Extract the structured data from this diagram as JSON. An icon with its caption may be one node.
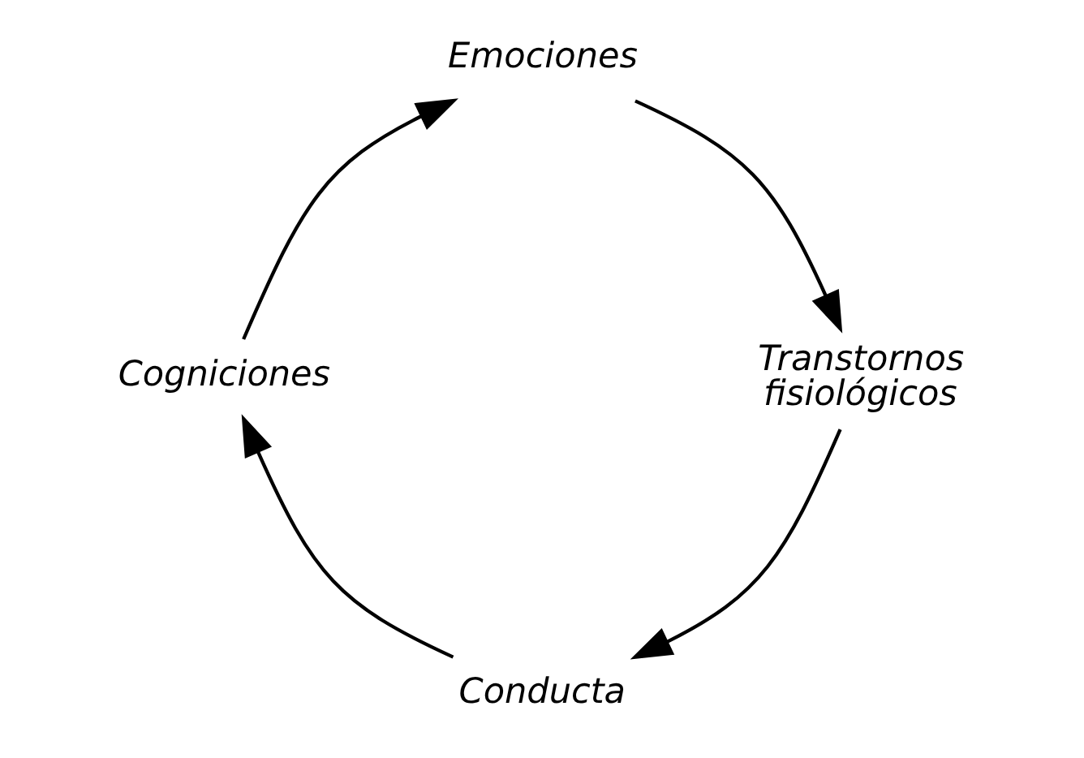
{
  "diagram": {
    "nodes": [
      {
        "text": [
          "Conducta"
        ]
      },
      {
        "text": [
          "Cogniciones"
        ]
      },
      {
        "text": [
          "Emociones"
        ]
      },
      {
        "text": [
          "Transtornos fisiológicos"
        ]
      }
    ],
    "edges": [
      {
        "from": 0,
        "to": 1,
        "arrow": "to"
      },
      {
        "from": 1,
        "to": 2,
        "arrow": "to"
      },
      {
        "from": 2,
        "to": 3,
        "arrow": "to"
      },
      {
        "from": 3,
        "to": 0,
        "arrow": "to"
      }
    ]
  }
}
